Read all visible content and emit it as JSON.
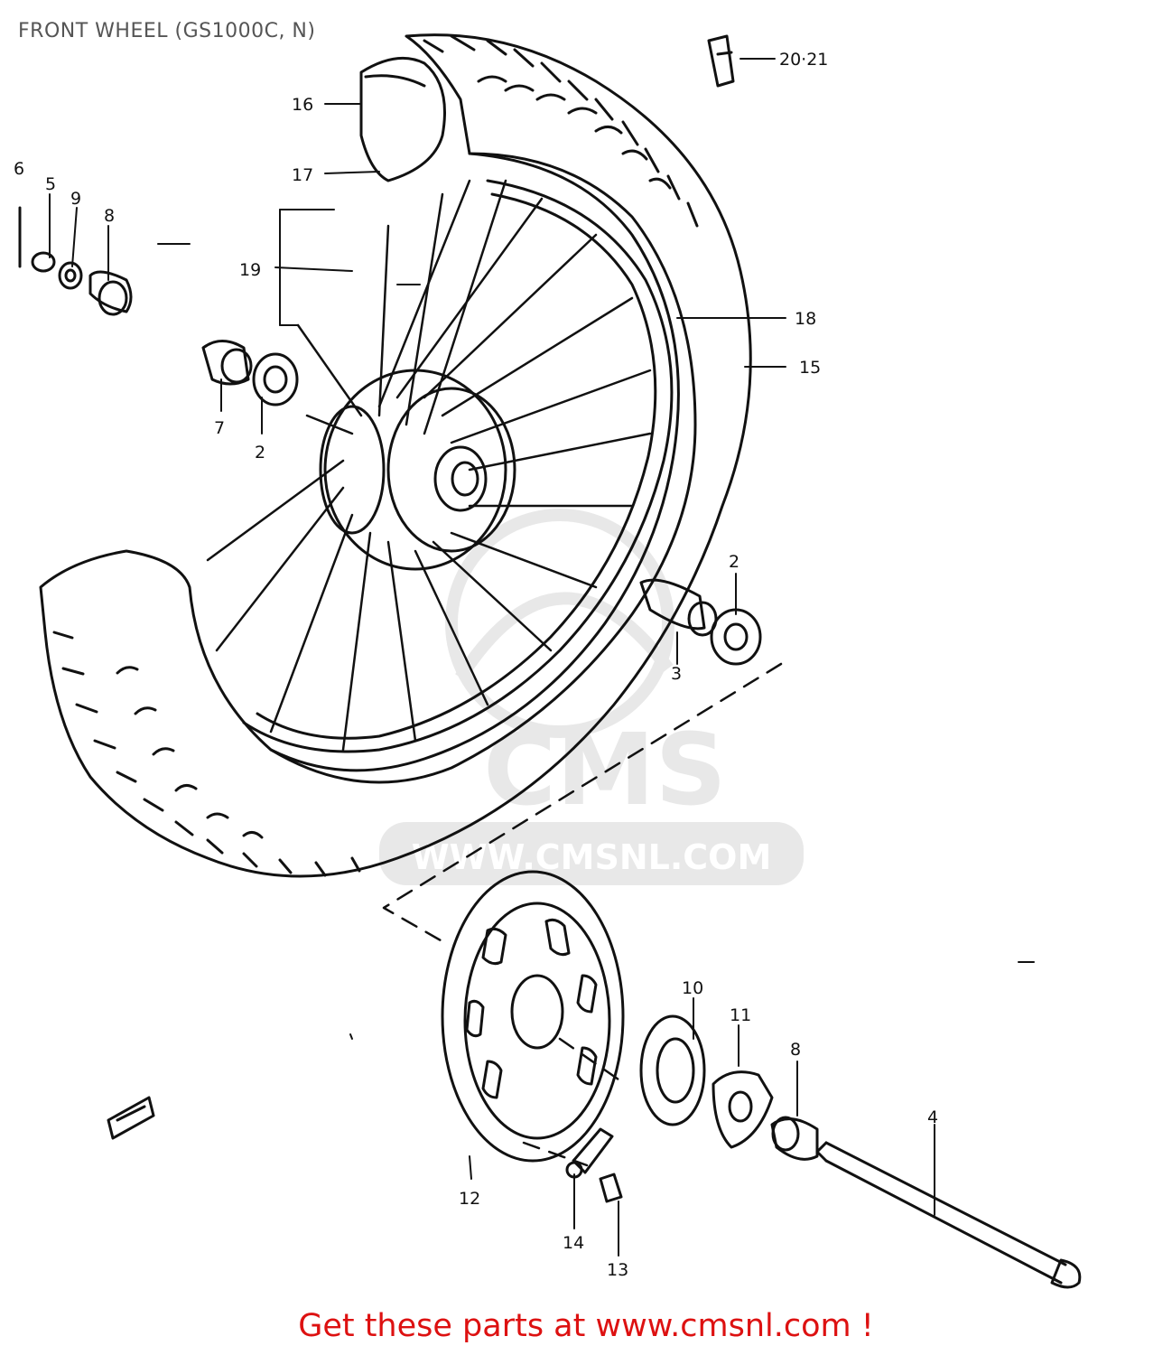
{
  "title": "FRONT WHEEL (GS1000C, N)",
  "footer": "Get these parts at www.cmsnl.com !",
  "watermark": {
    "logo": "CMS",
    "url": "WWW.CMSNL.COM"
  },
  "parts": [
    {
      "id": "p2a",
      "label": "2"
    },
    {
      "id": "p2b",
      "label": "2"
    },
    {
      "id": "p3",
      "label": "3"
    },
    {
      "id": "p4",
      "label": "4"
    },
    {
      "id": "p5",
      "label": "5"
    },
    {
      "id": "p6",
      "label": "6"
    },
    {
      "id": "p7",
      "label": "7"
    },
    {
      "id": "p8a",
      "label": "8"
    },
    {
      "id": "p8b",
      "label": "8"
    },
    {
      "id": "p9",
      "label": "9"
    },
    {
      "id": "p10",
      "label": "10"
    },
    {
      "id": "p11",
      "label": "11"
    },
    {
      "id": "p12",
      "label": "12"
    },
    {
      "id": "p13",
      "label": "13"
    },
    {
      "id": "p14",
      "label": "14"
    },
    {
      "id": "p15",
      "label": "15"
    },
    {
      "id": "p16",
      "label": "16"
    },
    {
      "id": "p17",
      "label": "17"
    },
    {
      "id": "p18",
      "label": "18"
    },
    {
      "id": "p19",
      "label": "19"
    },
    {
      "id": "p2021",
      "label": "20·21"
    }
  ],
  "colors": {
    "line": "#111111",
    "title": "#555555",
    "footer": "#dd1111",
    "watermark": "#888888"
  }
}
